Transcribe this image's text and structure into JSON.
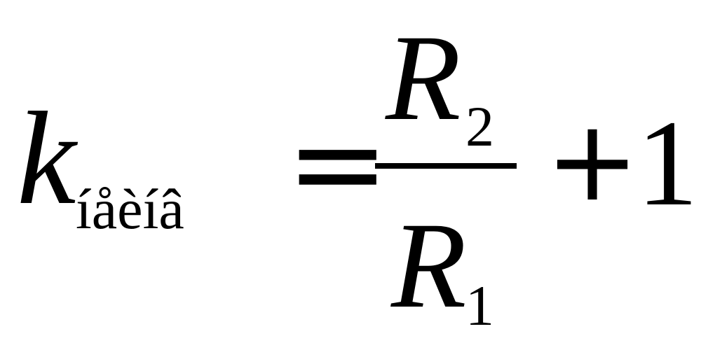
{
  "formula": {
    "variable_k": "k",
    "subscript_main": "íåèíâ",
    "equals_sign": "=",
    "numerator_variable": "R",
    "numerator_subscript": "2",
    "denominator_variable": "R",
    "denominator_subscript": "1",
    "plus_sign": "+",
    "constant_one": "1"
  }
}
